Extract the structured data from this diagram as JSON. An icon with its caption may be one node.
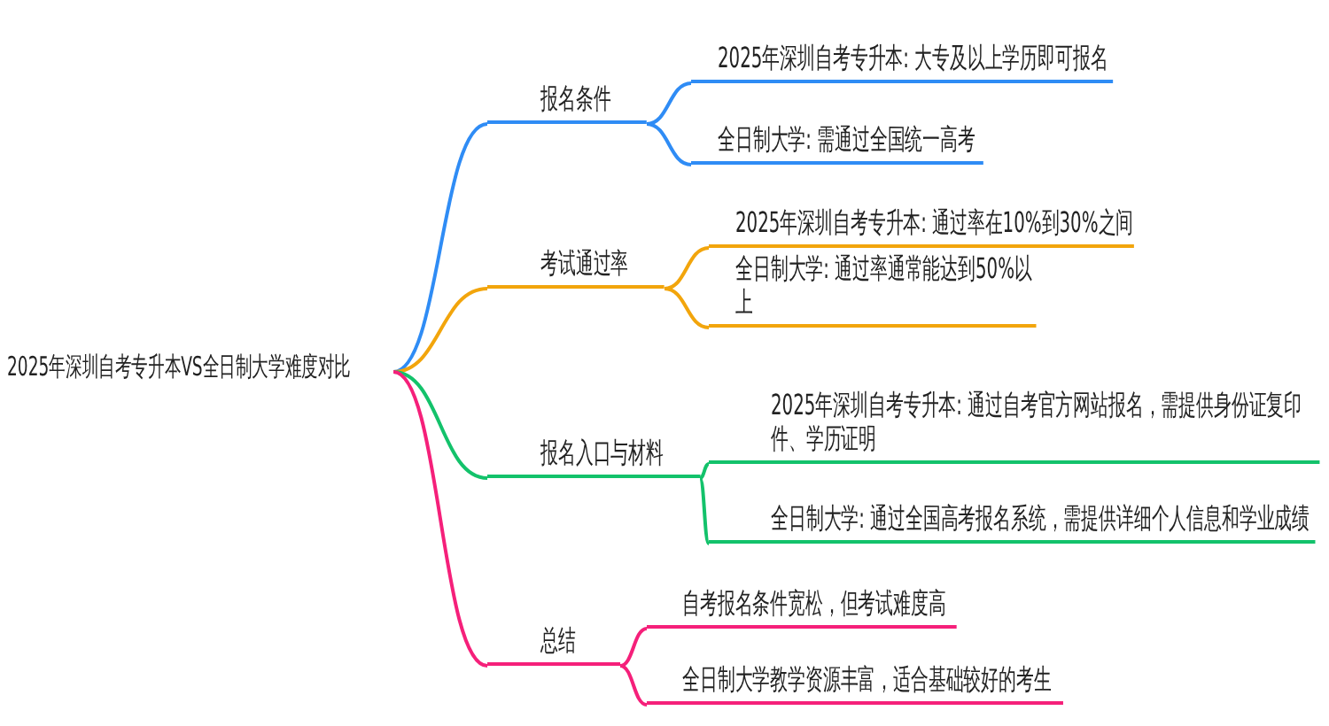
{
  "diagram": {
    "nodes": [
      {
        "text": [
          "2025年深圳自考专升本VS全日制大学难度对比"
        ]
      },
      {
        "text": [
          "报名条件"
        ]
      },
      {
        "text": [
          "2025年深圳自考专升本: 大专及以上学历即可报名"
        ]
      },
      {
        "text": [
          "全日制大学: 需通过全国统一高考"
        ]
      },
      {
        "text": [
          "考试通过率"
        ]
      },
      {
        "text": [
          "2025年深圳自考专升本: 通过率在10%到30%之间"
        ]
      },
      {
        "text": [
          "全日制大学: 通过率通常能达到50%以上"
        ]
      },
      {
        "text": [
          "报名入口与材料"
        ]
      },
      {
        "text": [
          "2025年深圳自考专升本: 通过自考官方网站报名，需提供身份证复印件、学历证明"
        ]
      },
      {
        "text": [
          "全日制大学: 通过全国高考报名系统，需提供详细个人信息和学业成绩"
        ]
      },
      {
        "text": [
          "总结"
        ]
      },
      {
        "text": [
          "自考报名条件宽松，但考试难度高"
        ]
      },
      {
        "text": [
          "全日制大学教学资源丰富，适合基础较好的考生"
        ]
      }
    ],
    "edges": [
      {
        "from": 0,
        "to": 1,
        "arrow": "none",
        "color": "#2f8cf5"
      },
      {
        "from": 1,
        "to": 2,
        "arrow": "none",
        "color": "#2f8cf5"
      },
      {
        "from": 1,
        "to": 3,
        "arrow": "none",
        "color": "#2f8cf5"
      },
      {
        "from": 0,
        "to": 4,
        "arrow": "none",
        "color": "#f2a50c"
      },
      {
        "from": 4,
        "to": 5,
        "arrow": "none",
        "color": "#f2a50c"
      },
      {
        "from": 4,
        "to": 6,
        "arrow": "none",
        "color": "#f2a50c"
      },
      {
        "from": 0,
        "to": 7,
        "arrow": "none",
        "color": "#13c26b"
      },
      {
        "from": 7,
        "to": 8,
        "arrow": "none",
        "color": "#13c26b"
      },
      {
        "from": 7,
        "to": 9,
        "arrow": "none",
        "color": "#13c26b"
      },
      {
        "from": 0,
        "to": 10,
        "arrow": "none",
        "color": "#f5207a"
      },
      {
        "from": 10,
        "to": 11,
        "arrow": "none",
        "color": "#f5207a"
      },
      {
        "from": 10,
        "to": 12,
        "arrow": "none",
        "color": "#f5207a"
      }
    ]
  }
}
